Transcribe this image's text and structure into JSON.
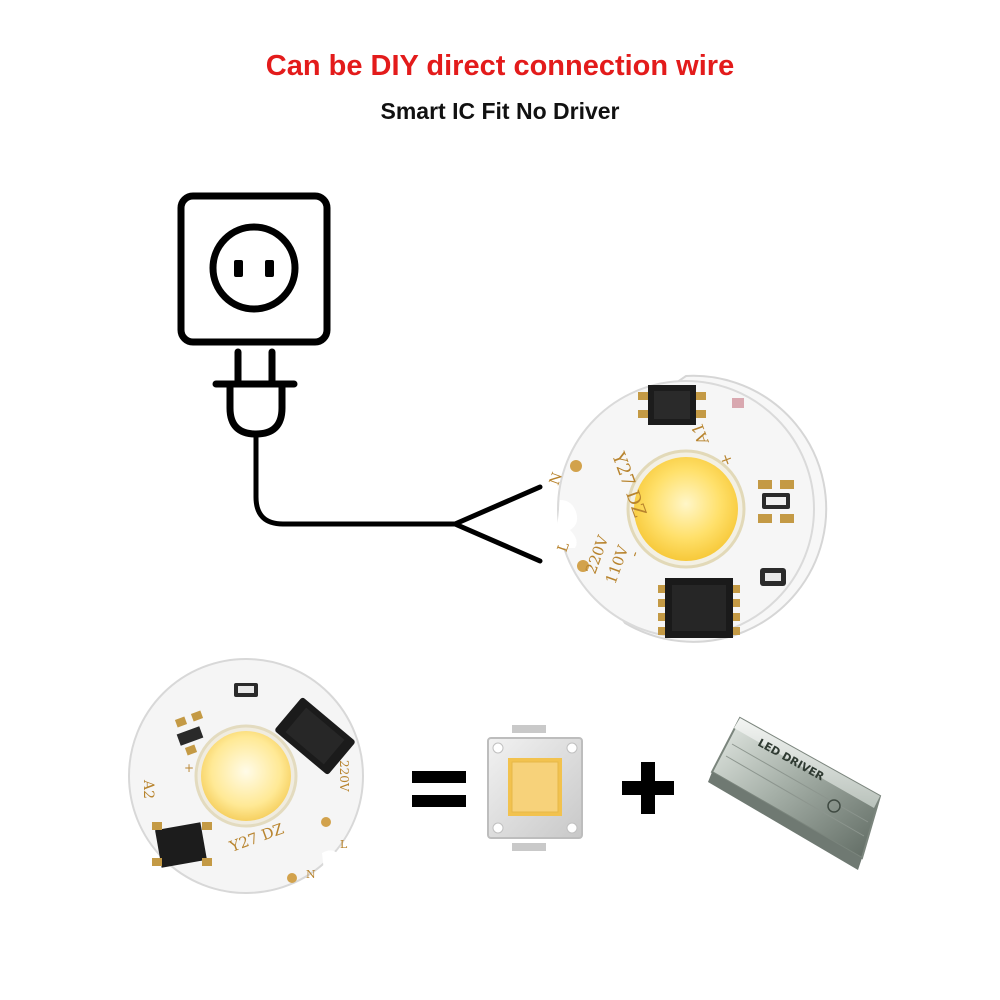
{
  "headline": "Can be DIY direct connection wire",
  "subheadline": "Smart IC Fit No Driver",
  "colors": {
    "headline": "#e31b1b",
    "subheadline": "#111111",
    "cob_light": "#ffd84a",
    "pcb": "#f6f6f6",
    "silkscreen": "#b8842e",
    "chip": "#1c1c1c"
  },
  "icons": {
    "outlet": "wall-socket-icon",
    "plug": "power-plug-icon",
    "equals": "equals-sign",
    "plus": "plus-sign"
  },
  "top_module": {
    "markings": {
      "model": "Y27 DZ",
      "slot": "A1",
      "voltage_high": "220V",
      "voltage_low": "110V",
      "neutral": "N",
      "live": "L",
      "plus": "+",
      "minus": "-"
    }
  },
  "bottom_module": {
    "markings": {
      "model": "Y27 DZ",
      "slot": "A2",
      "voltage": "220V",
      "neutral": "N",
      "live": "L",
      "plus": "+"
    }
  },
  "led_driver": {
    "label": "LED DRIVER"
  }
}
